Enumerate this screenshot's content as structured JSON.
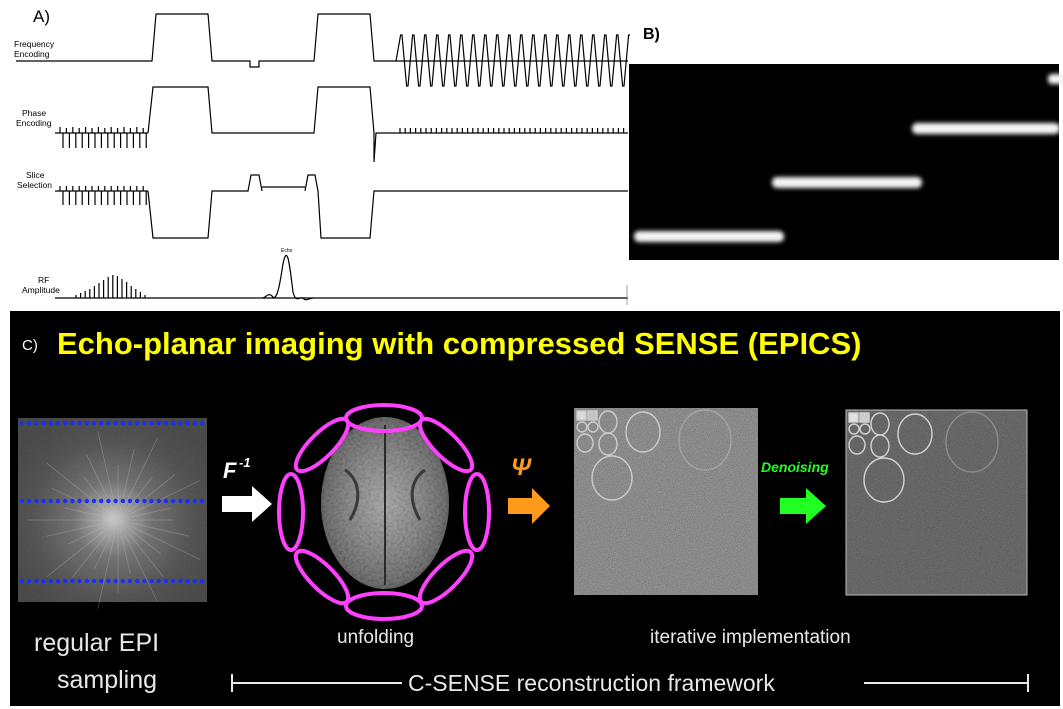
{
  "panel_a": {
    "label": "A)",
    "rows": [
      {
        "label_line1": "Frequency",
        "label_line2": "Encoding"
      },
      {
        "label_line1": "Phase",
        "label_line2": "Encoding"
      },
      {
        "label_line1": "Slice",
        "label_line2": "Selection"
      },
      {
        "label_line1": "RF",
        "label_line2": "Amplitude"
      }
    ],
    "echo_label": "Echo"
  },
  "panel_b": {
    "label": "B)"
  },
  "panel_c": {
    "label": "C)",
    "title": "Echo-planar imaging with compressed SENSE (EPICS)",
    "operator_inverse_fourier": "F",
    "operator_inverse_fourier_exponent": "-1",
    "operator_sparsity": "Ψ",
    "operator_denoising": "Denoising",
    "caption_sampling_line1": "regular EPI",
    "caption_sampling_line2": "sampling",
    "caption_unfolding": "unfolding",
    "caption_iterative": "iterative implementation",
    "framework_label": "C-SENSE reconstruction framework"
  },
  "colors": {
    "title_yellow": "#ffff00",
    "sampling_dots": "#1a2cff",
    "coil_magenta": "#ff40ff",
    "sparsity_arrow": "#ff9a1a",
    "denoise_arrow": "#22ff22",
    "panel_c_background": "#000000"
  }
}
